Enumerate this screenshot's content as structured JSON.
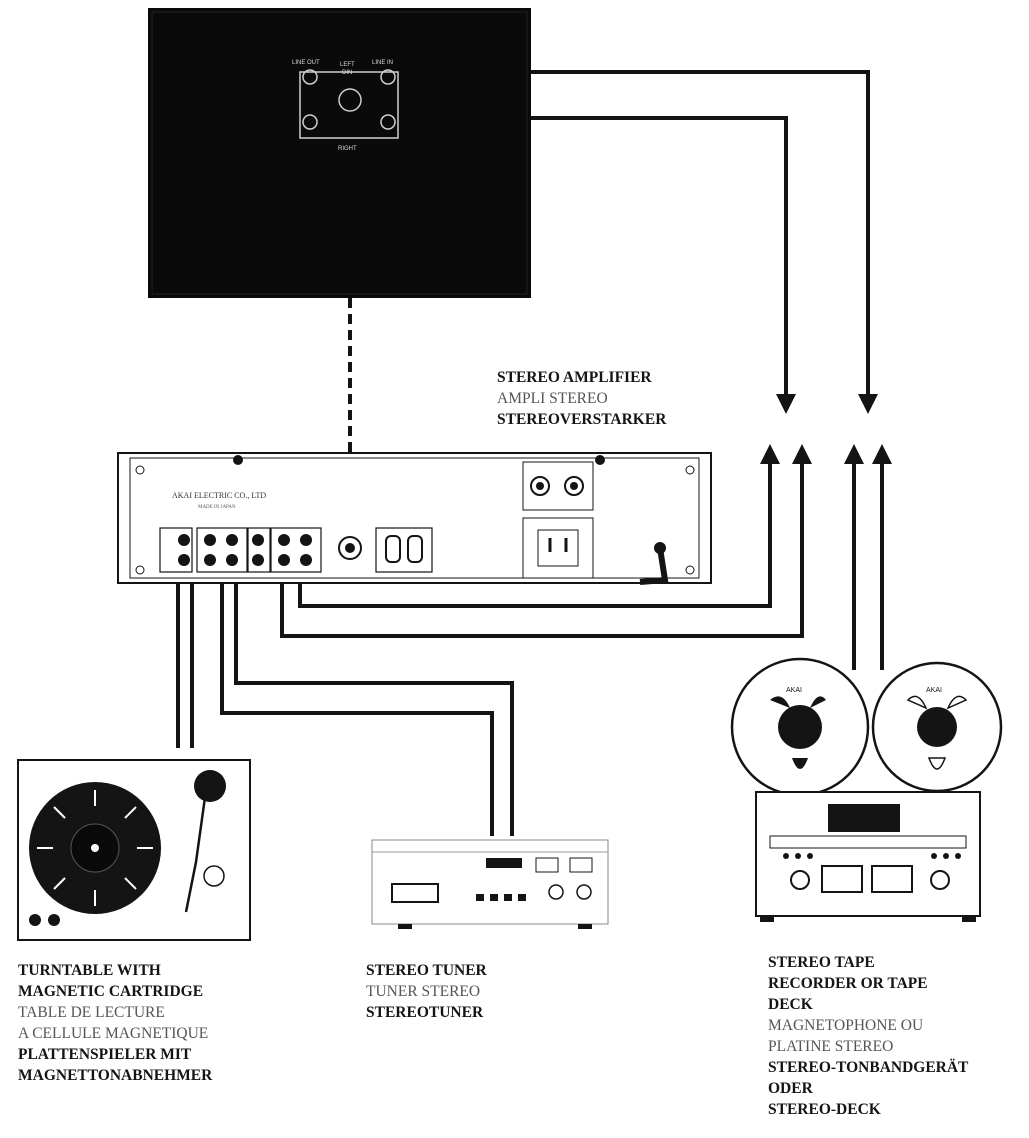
{
  "top_unit": {
    "label_line_out": "LINE OUT",
    "label_left": "LEFT",
    "label_din": "DIN",
    "label_line_in": "LINE IN",
    "label_right": "RIGHT"
  },
  "amplifier": {
    "label_en": "STEREO AMPLIFIER",
    "label_fr": "AMPLI STEREO",
    "label_de": "STEREOVERSTARKER",
    "panel_text": "AKAI ELECTRIC CO., LTD",
    "panel_subtext": "MADE IN JAPAN"
  },
  "turntable": {
    "label_en": [
      "TURNTABLE WITH",
      "MAGNETIC CARTRIDGE"
    ],
    "label_fr": [
      "TABLE DE LECTURE",
      "A CELLULE MAGNETIQUE"
    ],
    "label_de": [
      "PLATTENSPIELER MIT",
      "MAGNETTONABNEHMER"
    ]
  },
  "tuner": {
    "label_en": "STEREO TUNER",
    "label_fr": "TUNER STEREO",
    "label_de": "STEREOTUNER"
  },
  "tape_deck": {
    "label_en": [
      "STEREO TAPE",
      "RECORDER OR TAPE",
      "DECK"
    ],
    "label_fr": [
      "MAGNETOPHONE OU",
      "PLATINE STEREO"
    ],
    "label_de": [
      "STEREO-TONBANDGERÄT",
      "ODER",
      "STEREO-DECK"
    ],
    "reel_brand": "AKAI"
  },
  "colors": {
    "ink": "#141414",
    "panel": "#0a0a0a",
    "paper": "#ffffff"
  }
}
